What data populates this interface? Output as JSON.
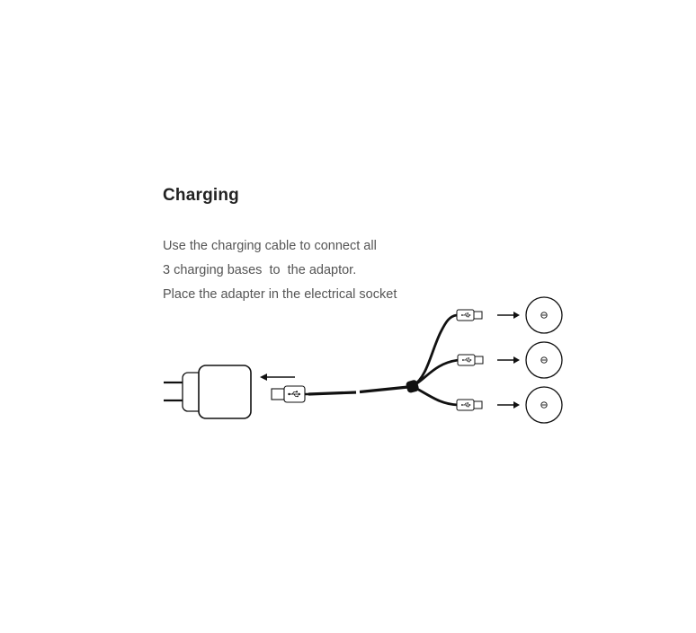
{
  "title": "Charging",
  "instructions": [
    "Use the charging cable to connect all",
    "3 charging bases  to  the adaptor.",
    "Place the adapter in the electrical socket"
  ],
  "colors": {
    "text_title": "#222222",
    "text_body": "#555555",
    "line": "#111111"
  },
  "icons": {
    "adapter": "wall-charger-icon",
    "usb": "usb-symbol-icon",
    "base": "charging-base-icon",
    "arrow": "arrow-icon"
  }
}
